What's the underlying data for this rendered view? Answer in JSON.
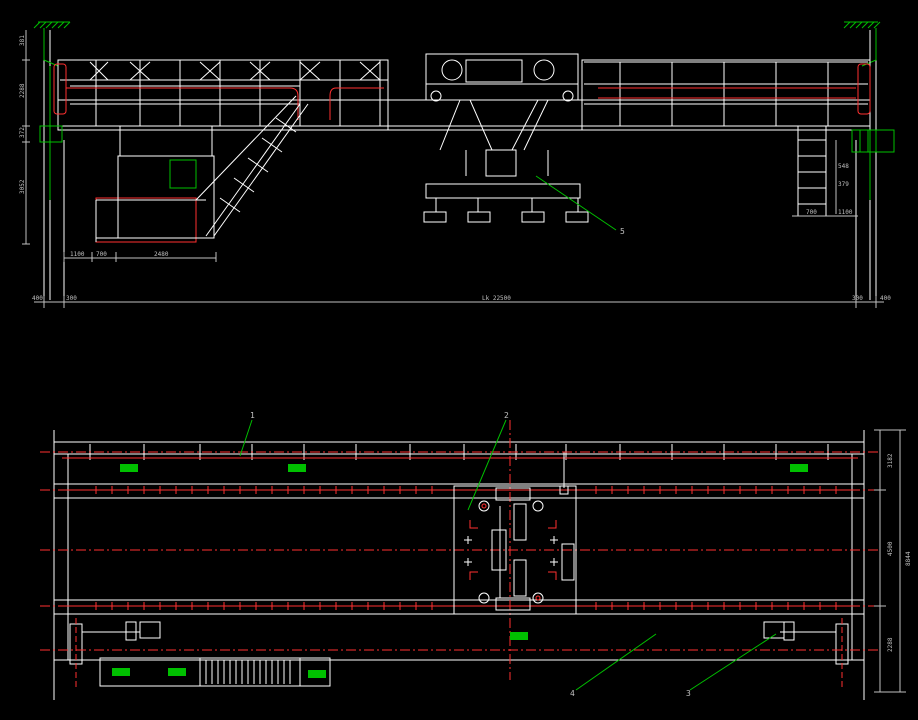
{
  "drawing": {
    "colors": {
      "background": "#000000",
      "structure": "#ffffff",
      "hidden": "#ff3030",
      "leader": "#00c000",
      "dimension": "#c0c0c0",
      "accent": "#ffff00"
    },
    "elevation": {
      "dims_vertical": [
        "381",
        "2288",
        "372",
        "3052"
      ],
      "dims_bottom_left": [
        "1100",
        "700",
        "2480"
      ],
      "dims_right": [
        "548",
        "379",
        "700",
        "1100"
      ],
      "dims_base": [
        "400",
        "300",
        "300",
        "400"
      ],
      "span_label": "Lk 22500",
      "callouts": [
        "5"
      ]
    },
    "plan": {
      "dims_right": [
        "3182",
        "4500",
        "2288",
        "8844"
      ],
      "callouts": [
        "1",
        "2",
        "4",
        "3"
      ]
    }
  }
}
